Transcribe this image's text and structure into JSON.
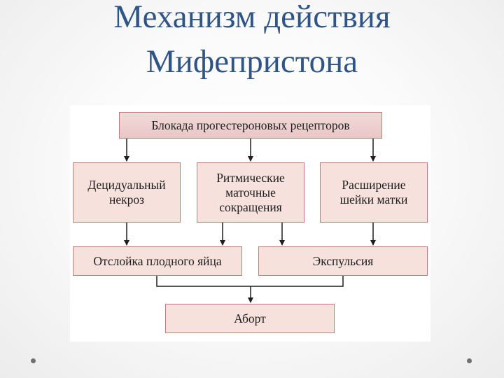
{
  "slide": {
    "title_line1": "Механизм действия",
    "title_line2": "Мифепристона"
  },
  "diagram": {
    "top": "Блокада прогестероновых рецепторов",
    "left": "Децидуальный\nнекроз",
    "middle": "Ритмические\nматочные\nсокращения",
    "right": "Расширение\nшейки матки",
    "detach": "Отслойка плодного яйца",
    "expulsion": "Экспульсия",
    "result": "Аборт"
  },
  "colors": {
    "title": "#2f5486",
    "box_border": "#c27c7c",
    "box_fill": "#f6e1dd",
    "arrow": "#1e1e1e"
  }
}
